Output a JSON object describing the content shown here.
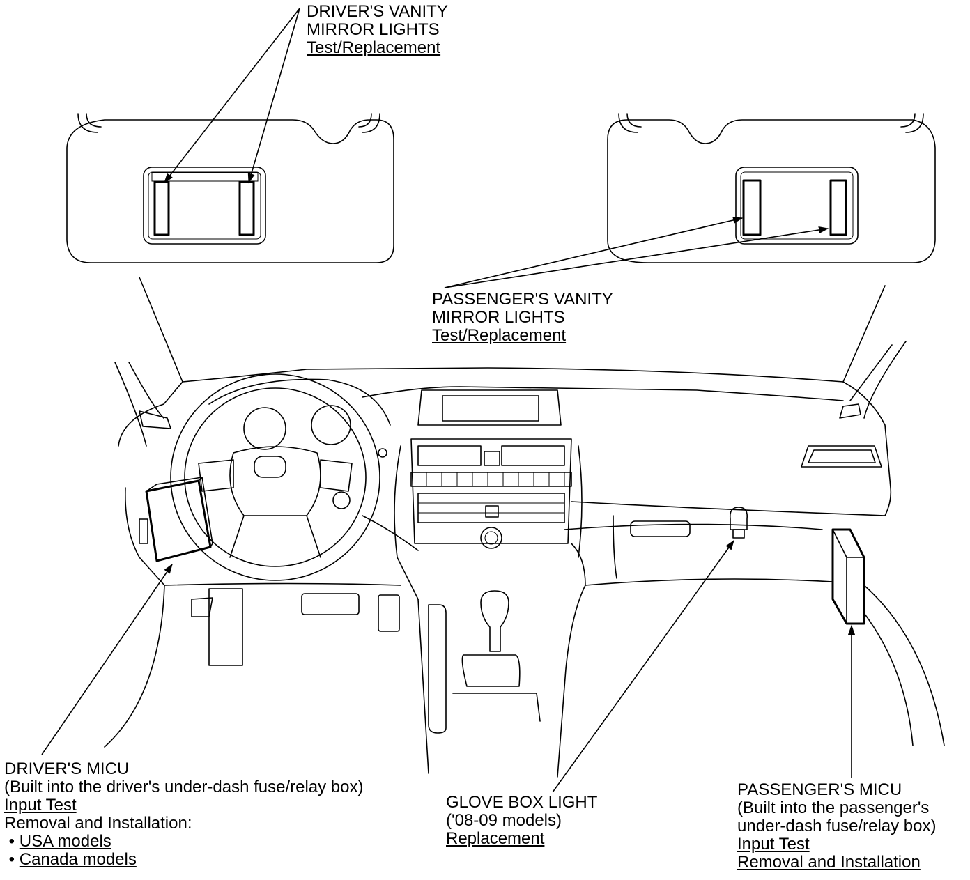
{
  "labels": {
    "driver_vanity": {
      "line1": "DRIVER'S VANITY",
      "line2": "MIRROR LIGHTS",
      "link": "Test/Replacement"
    },
    "passenger_vanity": {
      "line1": "PASSENGER'S VANITY",
      "line2": "MIRROR LIGHTS",
      "link": "Test/Replacement"
    },
    "driver_micu": {
      "title": "DRIVER'S MICU",
      "note": "(Built into the driver's under-dash fuse/relay box)",
      "input_test": "Input Test",
      "removal": "Removal and Installation:",
      "bullet": "•",
      "usa": "USA models",
      "canada": "Canada models"
    },
    "glove_box": {
      "title": "GLOVE BOX LIGHT",
      "note": "('08-09 models)",
      "link": "Replacement"
    },
    "passenger_micu": {
      "title": "PASSENGER'S MICU",
      "note1": "(Built into the passenger's",
      "note2": "under-dash fuse/relay box)",
      "input_test": "Input Test",
      "removal": "Removal and Installation"
    }
  }
}
